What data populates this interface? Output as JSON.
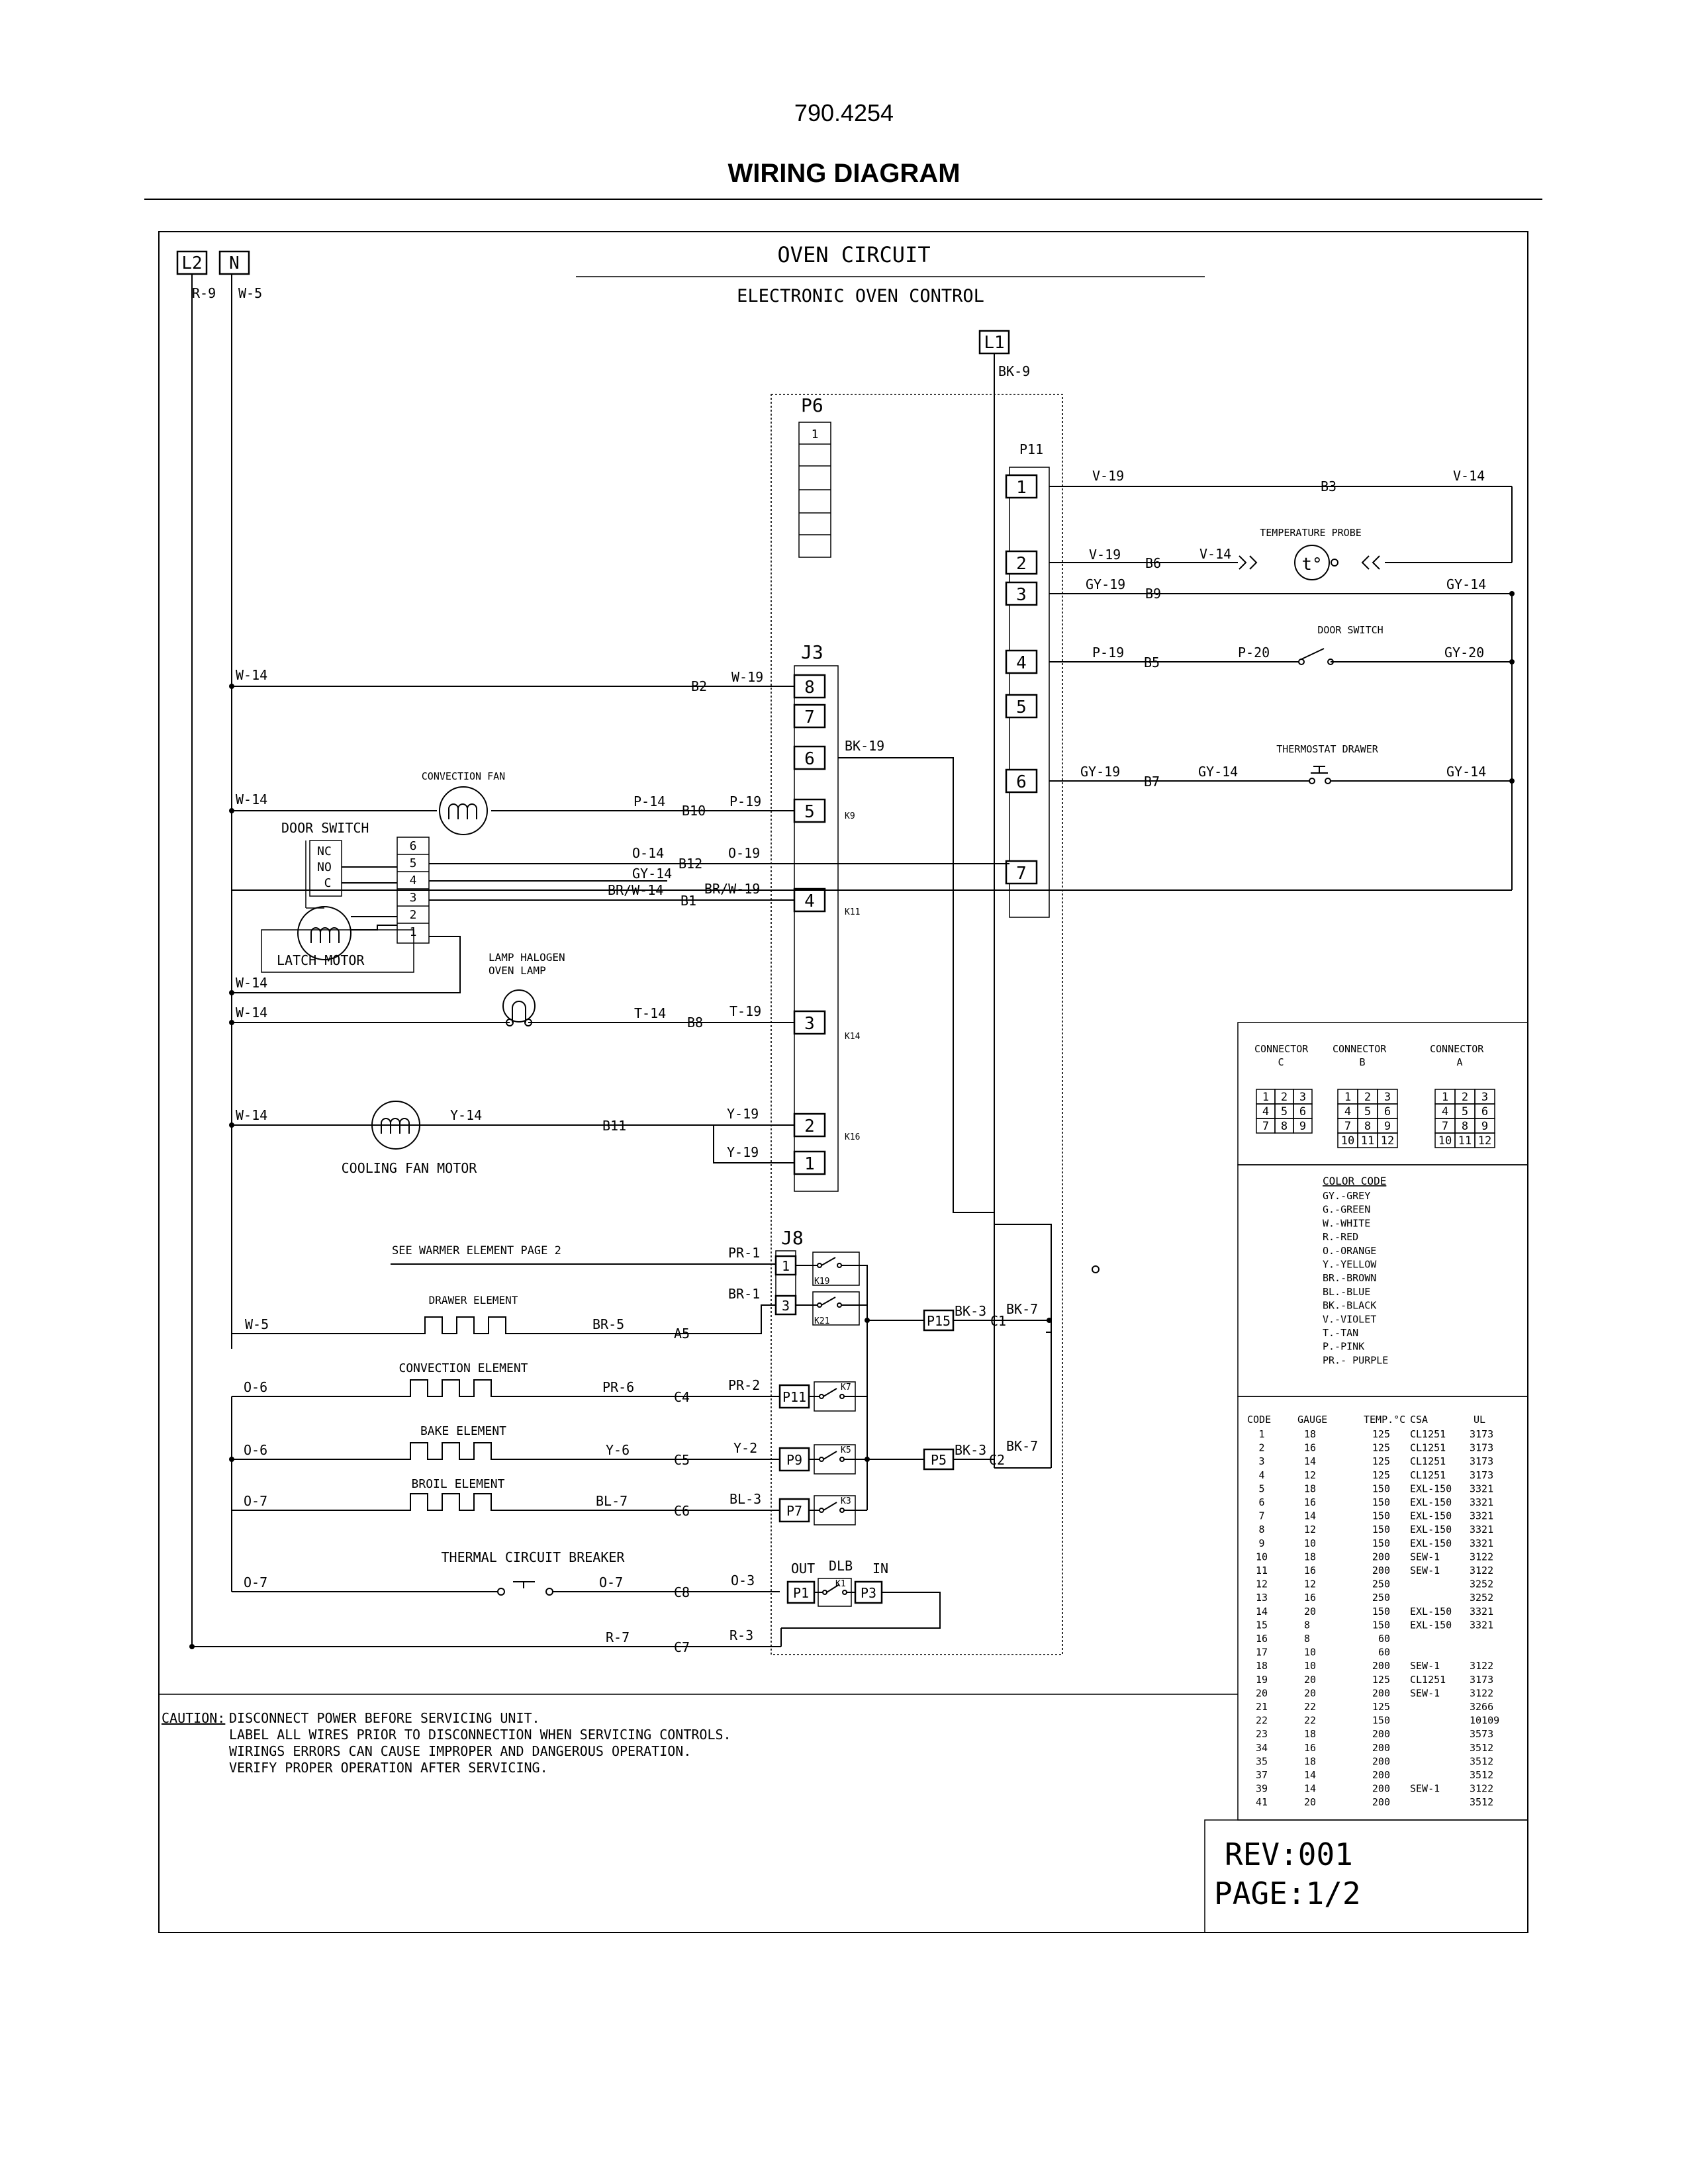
{
  "header": {
    "doc_number": "790.4254",
    "title": "WIRING DIAGRAM"
  },
  "diagram": {
    "title": "OVEN CIRCUIT",
    "subtitle": "ELECTRONIC OVEN CONTROL",
    "terminals": {
      "l2": "L2",
      "n": "N",
      "l1": "L1"
    },
    "wires": {
      "r9": "R-9",
      "w5": "W-5",
      "bk9": "BK-9",
      "v19a": "V-19",
      "v14a": "V-14",
      "v19b": "V-19",
      "v14b": "V-14",
      "gy19a": "GY-19",
      "gy14a": "GY-14",
      "p19a": "P-19",
      "p20": "P-20",
      "gy20": "GY-20",
      "gy19b": "GY-19",
      "gy14b": "GY-14",
      "gy14c": "GY-14",
      "w14a": "W-14",
      "w19": "W-19",
      "bk19": "BK-19",
      "w14b": "W-14",
      "p14": "P-14",
      "p19b": "P-19",
      "o14": "O-14",
      "o19": "O-19",
      "gy14d": "GY-14",
      "brw14": "BR/W-14",
      "brw19": "BR/W-19",
      "w14c": "W-14",
      "w14d": "W-14",
      "t14": "T-14",
      "t19": "T-19",
      "w14e": "W-14",
      "y14": "Y-14",
      "y19a": "Y-19",
      "y19b": "Y-19",
      "pr1": "PR-1",
      "br1": "BR-1",
      "w5b": "W-5",
      "br5": "BR-5",
      "bk3a": "BK-3",
      "bk7a": "BK-7",
      "bk3b": "BK-3",
      "bk7b": "BK-7",
      "o6a": "O-6",
      "pr6": "PR-6",
      "pr2": "PR-2",
      "o6b": "O-6",
      "y6": "Y-6",
      "y2": "Y-2",
      "o7a": "O-7",
      "bl7": "BL-7",
      "bl3": "BL-3",
      "o7b": "O-7",
      "o7c": "O-7",
      "o3": "O-3",
      "r7": "R-7",
      "r3": "R-3"
    },
    "connectors": {
      "p6": "P6",
      "p6_pin": "1",
      "p11": "P11",
      "j3": "J3",
      "j8": "J8",
      "p11_pins": [
        "1",
        "2",
        "3",
        "4",
        "5",
        "6",
        "7"
      ],
      "j3_pins": [
        "8",
        "7",
        "6",
        "5",
        "4",
        "3",
        "2",
        "1"
      ],
      "j8_pins": [
        "1",
        "3"
      ],
      "p15": "P15",
      "p5": "P5",
      "p11b": "P11",
      "p9": "P9",
      "p7": "P7",
      "p1": "P1",
      "p3": "P3"
    },
    "nodes": {
      "b3": "B3",
      "b6": "B6",
      "b9": "B9",
      "b5": "B5",
      "b7": "B7",
      "b2": "B2",
      "b10": "B10",
      "b12": "B12",
      "b1": "B1",
      "b8": "B8",
      "b11": "B11",
      "a5": "A5",
      "c1": "C1",
      "c2": "C2",
      "c4": "C4",
      "c5": "C5",
      "c6": "C6",
      "c8": "C8",
      "c7": "C7"
    },
    "relays": {
      "k9": "K9",
      "k11": "K11",
      "k14": "K14",
      "k16": "K16",
      "k19": "K19",
      "k21": "K21",
      "k7": "K7",
      "k5": "K5",
      "k3": "K3",
      "k1": "K1"
    },
    "components": {
      "temp_probe": "TEMPERATURE PROBE",
      "door_switch_top": "DOOR SWITCH",
      "thermostat_drawer": "THERMOSTAT DRAWER",
      "convection_fan": "CONVECTION FAN",
      "door_switch": "DOOR SWITCH",
      "latch_motor": "LATCH MOTOR",
      "lamp_halogen": "LAMP HALOGEN",
      "oven_lamp": "OVEN LAMP",
      "cooling_fan": "COOLING FAN MOTOR",
      "warmer_note": "SEE WARMER  ELEMENT  PAGE 2",
      "drawer_element": "DRAWER ELEMENT",
      "convection_element": "CONVECTION ELEMENT",
      "bake_element": "BAKE ELEMENT",
      "broil_element": "BROIL ELEMENT",
      "thermal_breaker": "THERMAL CIRCUIT BREAKER",
      "out": "OUT",
      "dlb": "DLB",
      "in": "IN",
      "probe_symbol": "t°",
      "switch_nc": "NC",
      "switch_no": "NO",
      "switch_c": "C",
      "latch_terminals": [
        "6",
        "5",
        "4",
        "3",
        "2",
        "1"
      ]
    },
    "caution": {
      "label": "CAUTION:",
      "lines": [
        "DISCONNECT POWER BEFORE SERVICING UNIT.",
        "LABEL ALL WIRES PRIOR TO DISCONNECTION WHEN SERVICING CONTROLS.",
        "WIRINGS ERRORS CAN CAUSE IMPROPER AND DANGEROUS OPERATION.",
        "VERIFY PROPER OPERATION AFTER SERVICING."
      ]
    }
  },
  "legend": {
    "connectors": [
      {
        "title": "CONNECTOR",
        "letter": "C",
        "pins": [
          "1",
          "2",
          "3",
          "4",
          "5",
          "6",
          "7",
          "8",
          "9"
        ]
      },
      {
        "title": "CONNECTOR",
        "letter": "B",
        "pins": [
          "1",
          "2",
          "3",
          "4",
          "5",
          "6",
          "7",
          "8",
          "9",
          "10",
          "11",
          "12"
        ]
      },
      {
        "title": "CONNECTOR",
        "letter": "A",
        "pins": [
          "1",
          "2",
          "3",
          "4",
          "5",
          "6",
          "7",
          "8",
          "9",
          "10",
          "11",
          "12"
        ]
      }
    ],
    "color_code": {
      "title": "COLOR CODE",
      "items": [
        "GY.-GREY",
        "G.-GREEN",
        "W.-WHITE",
        "R.-RED",
        "O.-ORANGE",
        "Y.-YELLOW",
        "BR.-BROWN",
        "BL.-BLUE",
        "BK.-BLACK",
        "V.-VIOLET",
        "T.-TAN",
        "P.-PINK",
        "PR.- PURPLE"
      ]
    },
    "wire_table": {
      "headers": [
        "CODE",
        "GAUGE",
        "TEMP.°C",
        "CSA",
        "UL"
      ],
      "rows": [
        [
          "1",
          "18",
          "125",
          "CL1251",
          "3173"
        ],
        [
          "2",
          "16",
          "125",
          "CL1251",
          "3173"
        ],
        [
          "3",
          "14",
          "125",
          "CL1251",
          "3173"
        ],
        [
          "4",
          "12",
          "125",
          "CL1251",
          "3173"
        ],
        [
          "5",
          "18",
          "150",
          "EXL-150",
          "3321"
        ],
        [
          "6",
          "16",
          "150",
          "EXL-150",
          "3321"
        ],
        [
          "7",
          "14",
          "150",
          "EXL-150",
          "3321"
        ],
        [
          "8",
          "12",
          "150",
          "EXL-150",
          "3321"
        ],
        [
          "9",
          "10",
          "150",
          "EXL-150",
          "3321"
        ],
        [
          "10",
          "18",
          "200",
          "SEW-1",
          "3122"
        ],
        [
          "11",
          "16",
          "200",
          "SEW-1",
          "3122"
        ],
        [
          "12",
          "12",
          "250",
          "",
          "3252"
        ],
        [
          "13",
          "16",
          "250",
          "",
          "3252"
        ],
        [
          "14",
          "20",
          "150",
          "EXL-150",
          "3321"
        ],
        [
          "15",
          "8",
          "150",
          "EXL-150",
          "3321"
        ],
        [
          "16",
          "8",
          "60",
          "",
          ""
        ],
        [
          "17",
          "10",
          "60",
          "",
          ""
        ],
        [
          "18",
          "10",
          "200",
          "SEW-1",
          "3122"
        ],
        [
          "19",
          "20",
          "125",
          "CL1251",
          "3173"
        ],
        [
          "20",
          "20",
          "200",
          "SEW-1",
          "3122"
        ],
        [
          "21",
          "22",
          "125",
          "",
          "3266"
        ],
        [
          "22",
          "22",
          "150",
          "",
          "10109"
        ],
        [
          "23",
          "18",
          "200",
          "",
          "3573"
        ],
        [
          "34",
          "16",
          "200",
          "",
          "3512"
        ],
        [
          "35",
          "18",
          "200",
          "",
          "3512"
        ],
        [
          "37",
          "14",
          "200",
          "",
          "3512"
        ],
        [
          "39",
          "14",
          "200",
          "SEW-1",
          "3122"
        ],
        [
          "41",
          "20",
          "200",
          "",
          "3512"
        ]
      ]
    },
    "rev": "REV:001",
    "page": "PAGE:1/2"
  }
}
